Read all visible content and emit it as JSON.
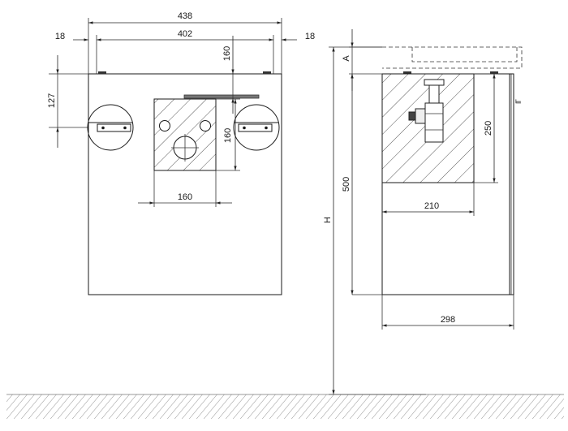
{
  "dimensions": {
    "overall_width": "438",
    "inner_width": "402",
    "side_left": "18",
    "side_right": "18",
    "bracket_height": "127",
    "waste_top": "160",
    "waste_height": "160",
    "waste_width": "160",
    "height_label": "500",
    "total_height": "H",
    "top_offset": "A",
    "siphon_zone_height": "250",
    "siphon_zone_depth": "210",
    "depth": "298"
  }
}
